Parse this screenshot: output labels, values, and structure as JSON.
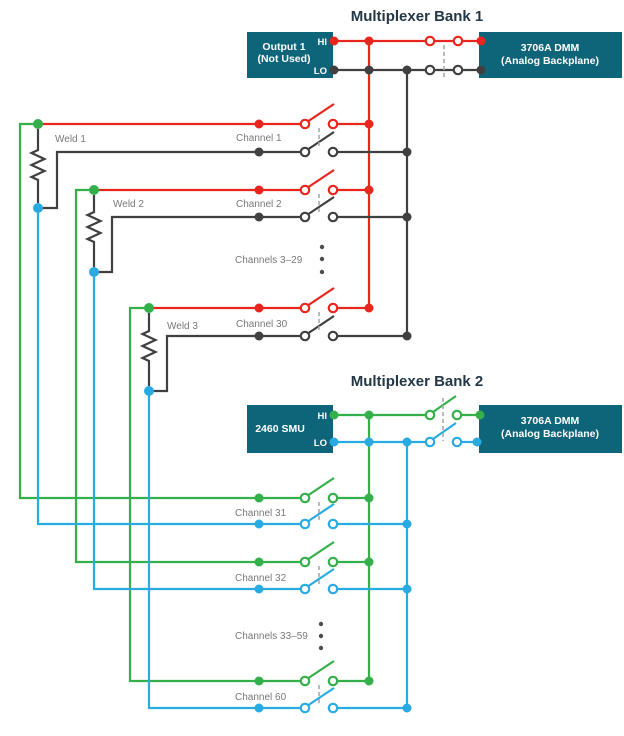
{
  "bank1": {
    "title": "Multiplexer Bank 1",
    "output_box": {
      "line1": "Output 1",
      "line2": "(Not Used)",
      "hi_label": "HI",
      "lo_label": "LO"
    },
    "dmm_box": {
      "line1": "3706A DMM",
      "line2": "(Analog Backplane)"
    },
    "weld1_label": "Weld 1",
    "weld2_label": "Weld 2",
    "weld3_label": "Weld 3",
    "channel1_label": "Channel 1",
    "channel2_label": "Channel 2",
    "channels_3_29_label": "Channels 3–29",
    "channel30_label": "Channel 30"
  },
  "bank2": {
    "title": "Multiplexer Bank 2",
    "smu_box": {
      "label": "2460 SMU",
      "hi_label": "HI",
      "lo_label": "LO"
    },
    "dmm_box": {
      "line1": "3706A DMM",
      "line2": "(Analog Backplane)"
    },
    "channel31_label": "Channel 31",
    "channel32_label": "Channel 32",
    "channels_33_59_label": "Channels 33–59",
    "channel60_label": "Channel 60"
  },
  "colors": {
    "hi_red": "#E8261E",
    "lo_black": "#404042",
    "hi_green": "#34B04A",
    "lo_blue": "#29ABE2",
    "box_teal": "#0E6479",
    "title_text": "#243746",
    "label_text": "#77787B",
    "dash_gray": "#A7A9AC",
    "ellipsis_dots": "#4D4D4F",
    "background": "#FFFFFF"
  }
}
